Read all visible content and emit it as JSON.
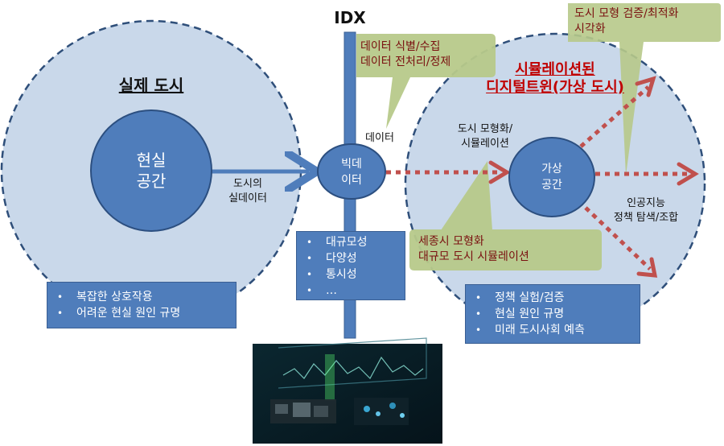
{
  "idx_label": "IDX",
  "real_city": {
    "title": "실제 도시",
    "core": "현실\n공간",
    "arrow_label": "도시의\n실데이터",
    "bullets": [
      "복잡한 상호작용",
      "어려운 현실 원인 규명"
    ]
  },
  "bigdata": {
    "node": "빅데\n이터",
    "data_label": "데이터",
    "callout": [
      "데이터 식별/수집",
      "데이터 전처리/정제"
    ],
    "bullets": [
      "대규모성",
      "다양성",
      "통시성",
      "…"
    ]
  },
  "virtual_city": {
    "title_line1": "시뮬레이션된",
    "title_line2": "디지털트윈(가상 도시)",
    "core": "가상\n공간",
    "modeling_label": "도시 모형화/\n시뮬레이션",
    "ai_label": "인공지능\n정책 탐색/조합",
    "callout_top": [
      "도시 모형 검증/최적화",
      "시각화"
    ],
    "callout_bottom": [
      "세종시 모형화",
      "대규모 도시 시뮬레이션"
    ],
    "bullets": [
      "정책 실험/검증",
      "현실 원인 규명",
      "미래 도시사회 예측"
    ]
  },
  "colors": {
    "circle_fill": "#c9d8ea",
    "node_fill": "#4f7dbb",
    "node_stroke": "#2c4f80",
    "callout_fill": "#b7c98a",
    "arrow_red": "#c0504d",
    "title_red": "#c00000"
  },
  "icons": {
    "photo": "data-visualization-image"
  }
}
